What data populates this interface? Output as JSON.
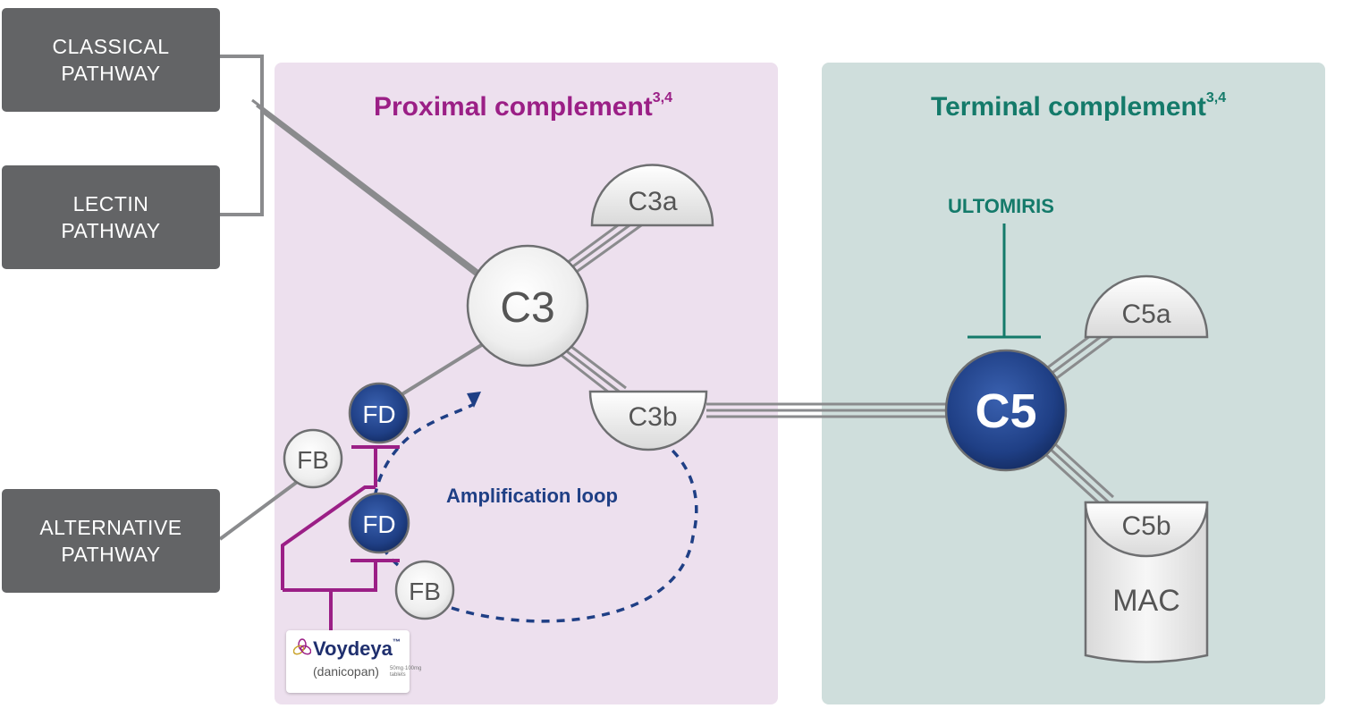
{
  "pathways": {
    "classical": [
      "CLASSICAL",
      "PATHWAY"
    ],
    "lectin": [
      "LECTIN",
      "PATHWAY"
    ],
    "alternative": [
      "ALTERNATIVE",
      "PATHWAY"
    ]
  },
  "panels": {
    "proximal": {
      "title": "Proximal complement",
      "superscript": "3,4"
    },
    "terminal": {
      "title": "Terminal complement",
      "superscript": "3,4"
    }
  },
  "nodes": {
    "c3": "C3",
    "c3a": "C3a",
    "c3b": "C3b",
    "fd_top": "FD",
    "fd_bottom": "FD",
    "fb_top": "FB",
    "fb_bottom": "FB",
    "c5": "C5",
    "c5a": "C5a",
    "c5b": "C5b",
    "mac": "MAC"
  },
  "labels": {
    "ultomiris": "ULTOMIRIS",
    "amplification_loop": "Amplification loop"
  },
  "voydeya": {
    "brand": "Voydeya",
    "trademark": "™",
    "generic": "(danicopan)",
    "dose": "50mg·100mg tablets"
  },
  "colors": {
    "proximal_panel": "#ede0ee",
    "terminal_panel": "#cfdedc",
    "proximal_accent": "#9b1f86",
    "terminal_accent": "#147a6a",
    "pathway_box": "#636466",
    "dark_blue_node": "#1f3f85",
    "line_gray": "#8a8b8d"
  }
}
